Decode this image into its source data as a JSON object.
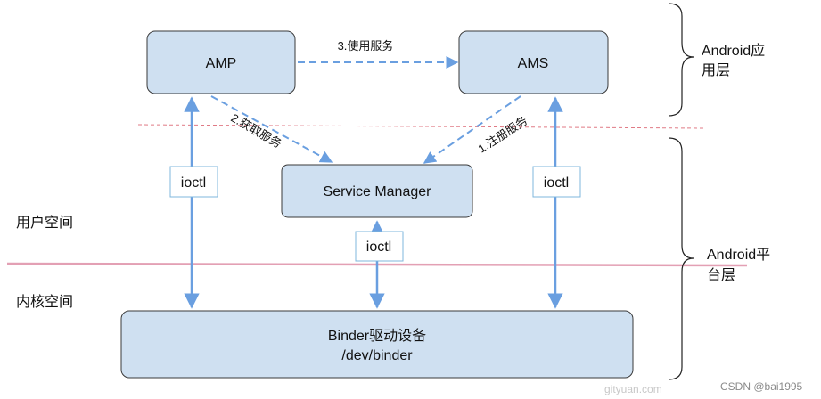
{
  "nodes": {
    "amp": "AMP",
    "ams": "AMS",
    "service_manager": "Service Manager",
    "binder_line1": "Binder驱动设备",
    "binder_line2": "/dev/binder"
  },
  "edges": {
    "use_service": "3.使用服务",
    "get_service": "2.获取服务",
    "register_service": "1.注册服务"
  },
  "ioctl": {
    "left": "ioctl",
    "center": "ioctl",
    "right": "ioctl"
  },
  "regions": {
    "user_space": "用户空间",
    "kernel_space": "内核空间"
  },
  "layers": {
    "app_line1": "Android应",
    "app_line2": "用层",
    "platform_line1": "Android平",
    "platform_line2": "台层"
  },
  "watermarks": {
    "gityuan": "gityuan.com",
    "csdn": "CSDN @bai1995"
  },
  "colors": {
    "box_fill": "#cfe0f1",
    "box_stroke": "#3a3a3a",
    "arrow": "#6a9fe0",
    "kernel_line": "#e3a0b4",
    "layer_divider": "#e07a85"
  }
}
